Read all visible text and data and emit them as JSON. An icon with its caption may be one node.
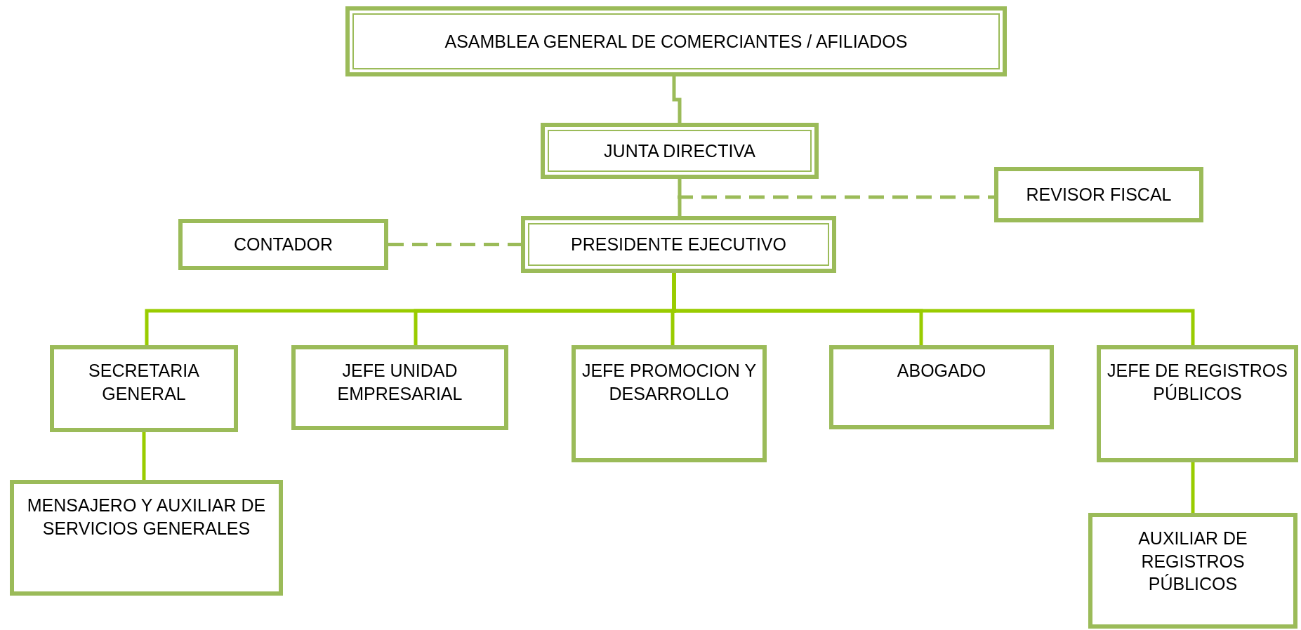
{
  "diagram": {
    "nodes": [
      {
        "text": [
          "ASAMBLEA GENERAL DE COMERCIANTES / AFILIADOS"
        ]
      },
      {
        "text": [
          "JUNTA DIRECTIVA"
        ]
      },
      {
        "text": [
          "REVISOR FISCAL"
        ]
      },
      {
        "text": [
          "CONTADOR"
        ]
      },
      {
        "text": [
          "PRESIDENTE EJECUTIVO"
        ]
      },
      {
        "text": [
          "SECRETARIA GENERAL"
        ]
      },
      {
        "text": [
          "JEFE UNIDAD EMPRESARIAL"
        ]
      },
      {
        "text": [
          "JEFE PROMOCION Y DESARROLLO"
        ]
      },
      {
        "text": [
          "ABOGADO"
        ]
      },
      {
        "text": [
          "JEFE DE REGISTROS PÚBLICOS"
        ]
      },
      {
        "text": [
          "MENSAJERO Y AUXILIAR DE SERVICIOS GENERALES"
        ]
      },
      {
        "text": [
          "AUXILIAR DE REGISTROS PÚBLICOS"
        ]
      }
    ],
    "edges": [
      {
        "from": 0,
        "to": 1,
        "arrow": "none",
        "color": "#9bbb59"
      },
      {
        "from": 1,
        "to": 4,
        "arrow": "none",
        "color": "#9bbb59"
      },
      {
        "from": 1,
        "to": 2,
        "arrow": "none",
        "style": "dashed",
        "color": "#9bbb59"
      },
      {
        "from": 3,
        "to": 4,
        "arrow": "none",
        "style": "dashed",
        "color": "#9bbb59"
      },
      {
        "from": 4,
        "to": 5,
        "arrow": "none"
      },
      {
        "from": 4,
        "to": 6,
        "arrow": "none"
      },
      {
        "from": 4,
        "to": 7,
        "arrow": "none"
      },
      {
        "from": 4,
        "to": 8,
        "arrow": "none"
      },
      {
        "from": 4,
        "to": 9,
        "arrow": "none"
      },
      {
        "from": 5,
        "to": 10,
        "arrow": "none"
      },
      {
        "from": 9,
        "to": 11,
        "arrow": "none"
      }
    ]
  }
}
